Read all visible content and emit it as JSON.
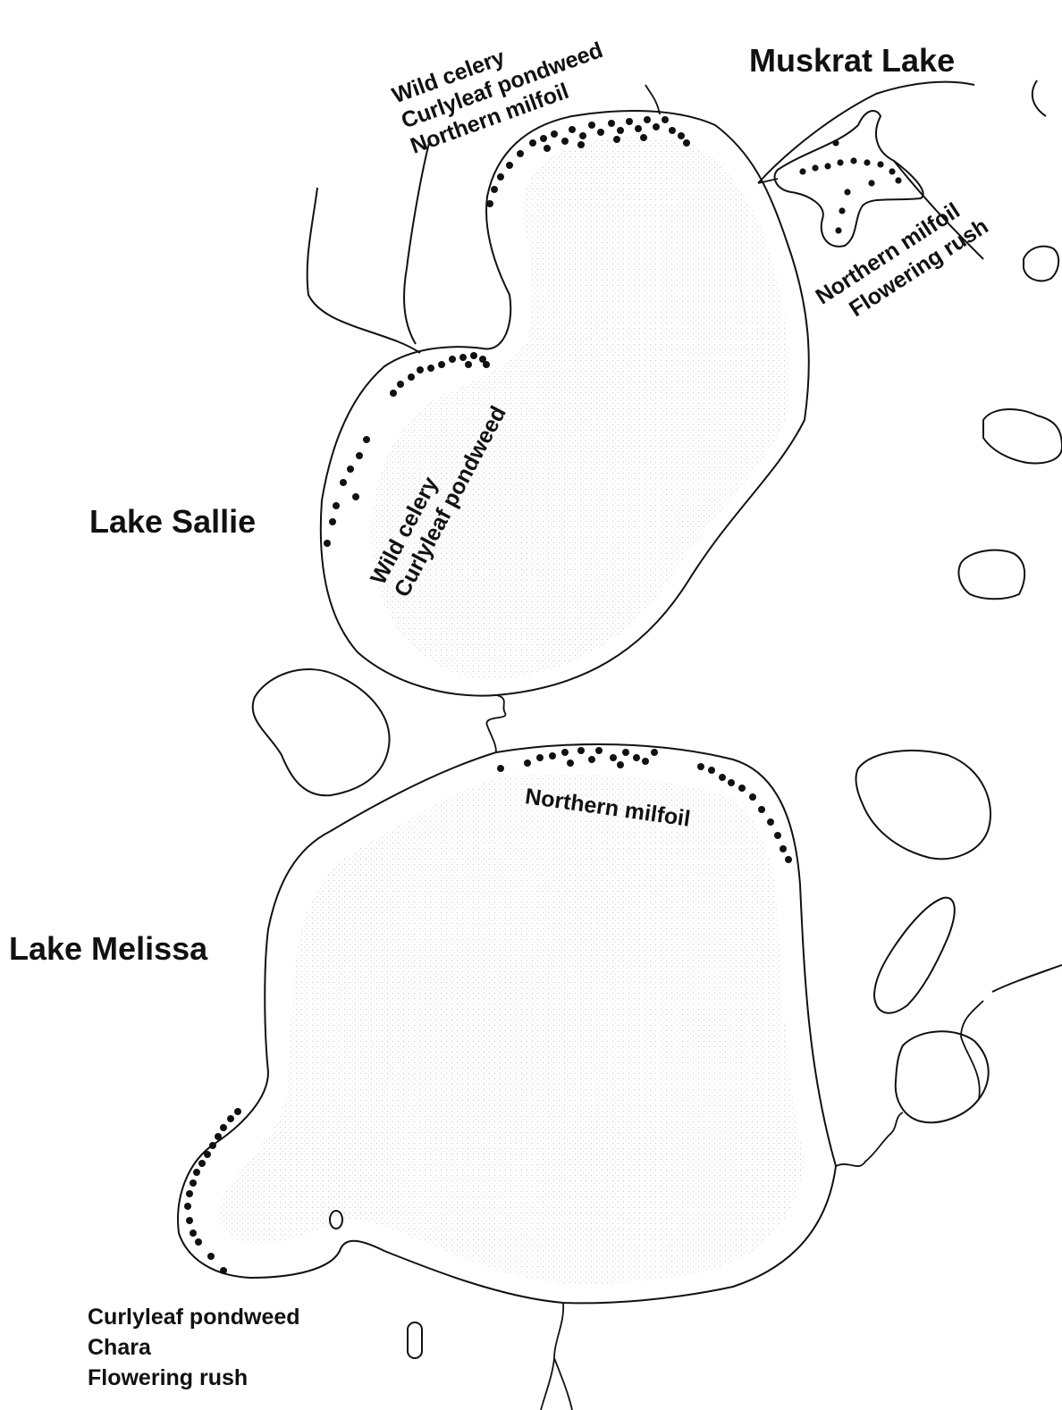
{
  "map": {
    "lakes": {
      "muskrat": "Muskrat Lake",
      "sallie": "Lake Sallie",
      "melissa": "Lake Melissa"
    },
    "labels": {
      "north_sallie": [
        "Wild celery",
        "Curlyleaf pondweed",
        "Northern milfoil"
      ],
      "muskrat_species": [
        "Northern milfoil",
        "Flowering rush"
      ],
      "west_sallie": [
        "Wild celery",
        "Curlyleaf pondweed"
      ],
      "north_melissa": "Northern milfoil",
      "southwest_melissa": [
        "Curlyleaf pondweed",
        "Chara",
        "Flowering rush"
      ]
    },
    "colors": {
      "ink": "#111111",
      "water_stipple": "#c8c8c8",
      "land": "#ffffff"
    }
  }
}
